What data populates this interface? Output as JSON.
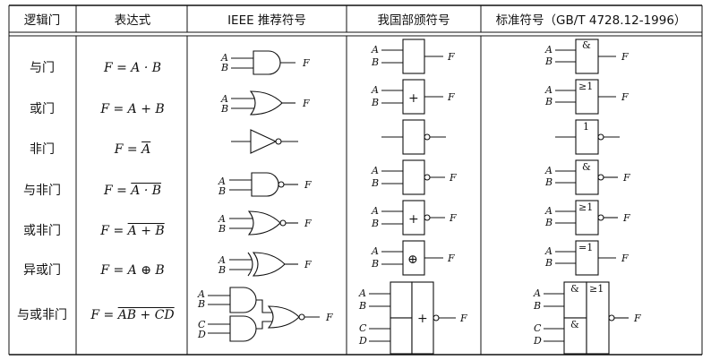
{
  "headers": [
    "逻辑门",
    "表达式",
    "IEEE 推荐符号",
    "我国部颁符号",
    "标准符号（GB/T 4728.12-1996）"
  ],
  "rows": [
    {
      "name": "与门",
      "expr": {
        "pre": "F = A · B",
        "bar": "",
        "post": ""
      }
    },
    {
      "name": "或门",
      "expr": {
        "pre": "F = A + B",
        "bar": "",
        "post": ""
      }
    },
    {
      "name": "非门",
      "expr": {
        "pre": "F = ",
        "bar": "A",
        "post": ""
      }
    },
    {
      "name": "与非门",
      "expr": {
        "pre": "F = ",
        "bar": "A · B",
        "post": ""
      }
    },
    {
      "name": "或非门",
      "expr": {
        "pre": "F = ",
        "bar": "A + B",
        "post": ""
      }
    },
    {
      "name": "异或门",
      "expr": {
        "pre": "F = A ⊕ B",
        "bar": "",
        "post": ""
      }
    },
    {
      "name": "与或非门",
      "expr": {
        "pre": "F = ",
        "bar": "AB + CD",
        "post": ""
      }
    }
  ],
  "symbols": {
    "and": "&",
    "or": "≥1",
    "not": "1",
    "xor": "=1",
    "plus": "+",
    "oplus": "⊕"
  },
  "pins": {
    "a": "A",
    "b": "B",
    "c": "C",
    "d": "D",
    "f": "F"
  }
}
